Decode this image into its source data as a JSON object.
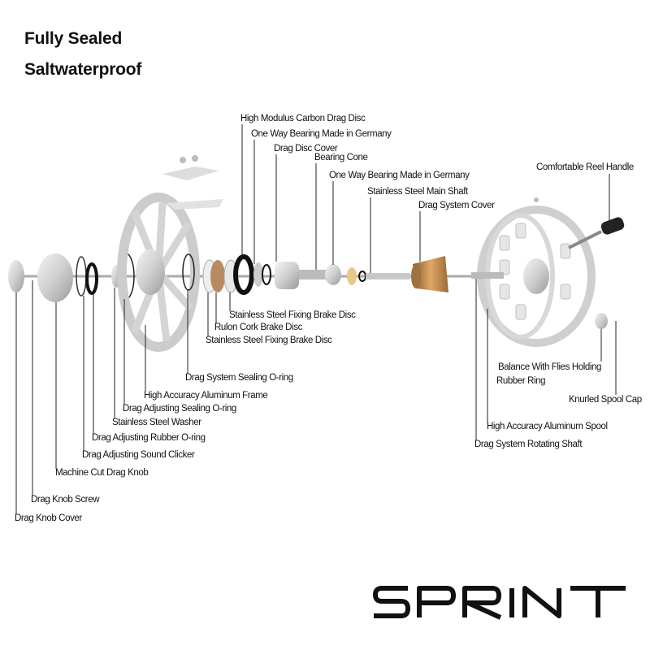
{
  "headline": {
    "line1": "Fully Sealed",
    "line2": "Saltwaterproof"
  },
  "labels": {
    "carbon_drag_disc": "High Modulus Carbon Drag Disc",
    "one_way_bearing_1": "One Way Bearing Made in Germany",
    "drag_disc_cover": "Drag Disc Cover",
    "bearing_cone": "Bearing Cone",
    "one_way_bearing_2": "One Way Bearing Made in Germany",
    "main_shaft": "Stainless Steel Main Shaft",
    "drag_system_cover": "Drag System Cover",
    "reel_handle": "Comfortable Reel Handle",
    "fixing_brake_disc_1": "Stainless Steel Fixing Brake Disc",
    "rulon_cork_brake_disc": "Rulon Cork Brake Disc",
    "fixing_brake_disc_2": "Stainless Steel Fixing Brake Disc",
    "drag_sealing_oring": "Drag System Sealing O-ring",
    "aluminum_frame": "High Accuracy Aluminum Frame",
    "drag_adj_sealing_oring": "Drag Adjusting Sealing O-ring",
    "washer": "Stainless Steel Washer",
    "drag_adj_rubber_oring": "Drag Adjusting Rubber O-ring",
    "sound_clicker": "Drag Adjusting Sound Clicker",
    "drag_knob": "Machine Cut Drag Knob",
    "drag_knob_screw": "Drag Knob Screw",
    "drag_knob_cover": "Drag Knob Cover",
    "flies_ring_1": "Balance With Flies Holding",
    "flies_ring_2": "Rubber Ring",
    "spool_cap": "Knurled Spool Cap",
    "aluminum_spool": "High Accuracy Aluminum Spool",
    "rotating_shaft": "Drag System Rotating Shaft"
  },
  "brand": {
    "logo_text": "SPRINT"
  },
  "colors": {
    "metal": "#d8d8d8",
    "bronze": "#c08a4a",
    "cork": "#b98a62",
    "ink": "#111111"
  }
}
